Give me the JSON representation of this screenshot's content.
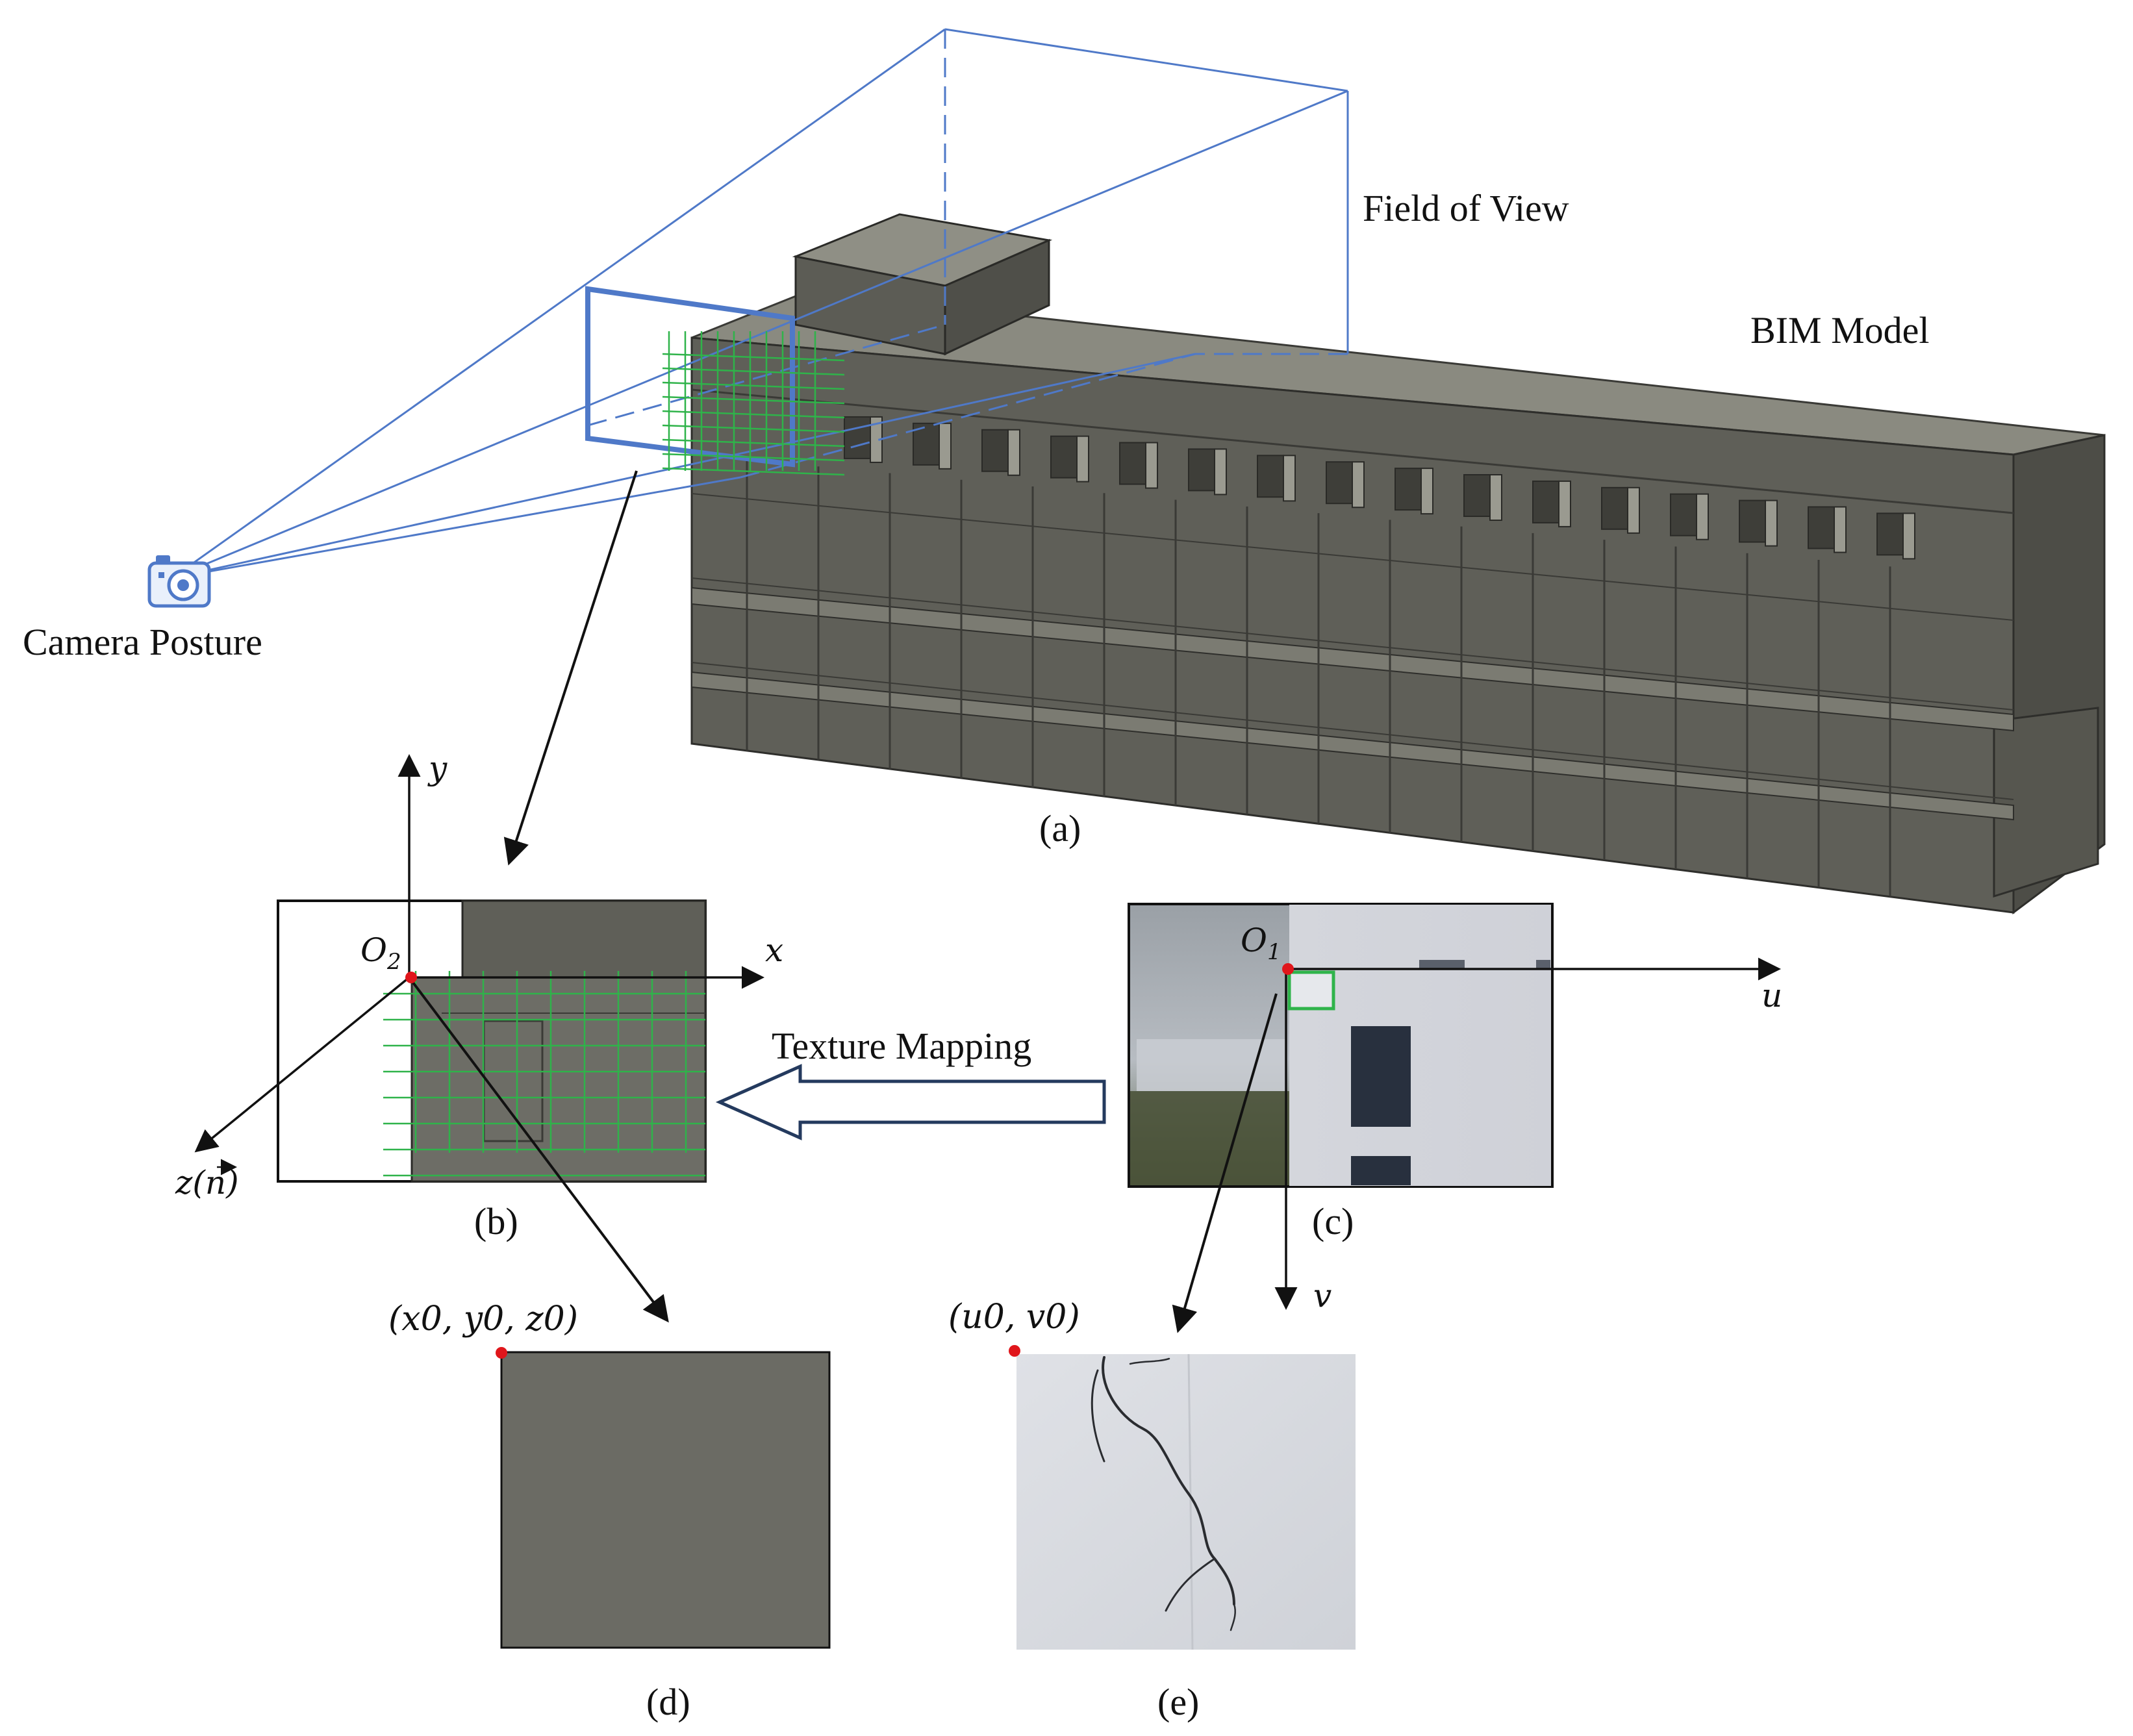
{
  "labels": {
    "field_of_view": "Field of View",
    "bim_model": "BIM Model",
    "camera_posture": "Camera Posture",
    "texture_mapping": "Texture Mapping"
  },
  "panel_tags": {
    "a": "(a)",
    "b": "(b)",
    "c": "(c)",
    "d": "(d)",
    "e": "(e)"
  },
  "axes": {
    "b_x": "x",
    "b_y": "y",
    "b_z": "z",
    "b_n": "n",
    "b_origin": "O",
    "b_origin_sub": "2",
    "c_u": "u",
    "c_v": "v",
    "c_origin": "O",
    "c_origin_sub": "1"
  },
  "points": {
    "d_point": "(x0, y0, z0)",
    "e_point": "(u0, v0)"
  },
  "colors": {
    "frustum_blue": "#4f79c8",
    "grid_green": "#2fb34a",
    "bim_gray": "#6a6a62",
    "origin_red": "#e0161b",
    "arrow_outline": "#243a5e"
  }
}
